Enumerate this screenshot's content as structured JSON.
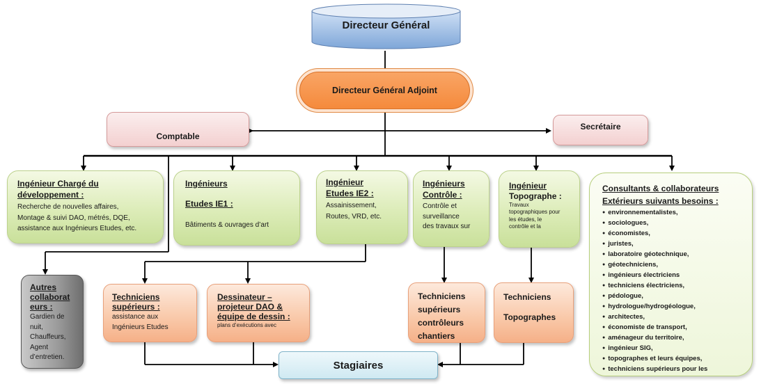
{
  "directeur_general": "Directeur Général",
  "directeur_general_adjoint": "Directeur Général Adjoint",
  "comptable": "Comptable",
  "secretaire": "Secrétaire",
  "ingenieur_developpement": {
    "title_line1": "Ingénieur Chargé du",
    "title_line2": "développement :",
    "body": [
      "Recherche de nouvelles affaires,",
      "Montage & suivi DAO, métrés, DQE,",
      "assistance aux Ingénieurs Etudes, etc."
    ]
  },
  "ingenieurs_etudes_ie1": {
    "title_line1": "Ingénieurs",
    "title_line2": "Etudes IE1 :",
    "body": [
      "Bâtiments & ouvrages d’art"
    ]
  },
  "ingenieur_etudes_ie2": {
    "title_line1": "Ingénieur",
    "title_line2": "Etudes IE2 :",
    "body": [
      "Assainissement,",
      "Routes, VRD, etc."
    ]
  },
  "ingenieurs_controle": {
    "title_line1": "Ingénieurs",
    "title_line2": "Contrôle :",
    "body": [
      "Contrôle et",
      "surveillance",
      "des travaux sur"
    ]
  },
  "ingenieur_topographe": {
    "title_line1": "Ingénieur",
    "title_line2": "Topographe :",
    "body": [
      "Travaux",
      "topographiques pour",
      "les études, le",
      "contrôle et la"
    ]
  },
  "consultants": {
    "title_line1": "Consultants & collaborateurs",
    "title_line2": "Extérieurs suivants besoins :",
    "items": [
      "environnementalistes,",
      "sociologues,",
      "économistes,",
      "juristes,",
      "laboratoire géotechnique,",
      "géotechniciens,",
      "ingénieurs électriciens",
      "techniciens électriciens,",
      "pédologue,",
      "hydrologue/hydrogéologue,",
      "architectes,",
      "économiste de transport,",
      "aménageur du territoire,",
      "ingénieur SIG,",
      "topographes et leurs équipes,",
      "techniciens supérieurs pour les"
    ]
  },
  "autres_collaborateurs": {
    "title_line1": "Autres",
    "title_line2": "collaborat",
    "title_line3": "eurs :",
    "body": [
      "Gardien de",
      "nuit,",
      "Chauffeurs,",
      "Agent",
      "d’entretien."
    ]
  },
  "techniciens_superieurs": {
    "title_line1": "Techniciens",
    "title_line2": "supérieurs :",
    "body": [
      "assistance aux",
      "Ingénieurs Etudes"
    ]
  },
  "dessinateur": {
    "title_line1": "Dessinateur –",
    "title_line2": "projeteur DAO &",
    "title_line3": "équipe de dessin :",
    "body": [
      "plans d’exécutions avec"
    ]
  },
  "techniciens_controleurs": {
    "lines": [
      "Techniciens",
      "supérieurs",
      "contrôleurs",
      "chantiers"
    ]
  },
  "techniciens_topographes": {
    "line1": "Techniciens",
    "line2": "Topographes"
  },
  "stagiaires": "Stagiaires",
  "colors": {
    "blue_top": "#dbe8f7",
    "blue_bottom": "#7fa8da",
    "dga_orange": "#f79646",
    "green_fill": "#d7e9b4",
    "orange_fill": "#f9c8a8",
    "pink_fill": "#f3d0d0",
    "line_color": "#000000"
  }
}
